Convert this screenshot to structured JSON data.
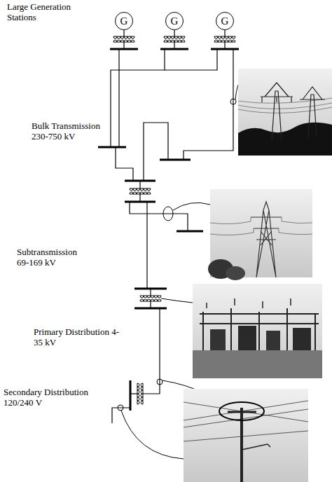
{
  "diagram": {
    "nodes": [
      {
        "text": [
          "G"
        ]
      },
      {
        "text": [
          "G"
        ]
      },
      {
        "text": [
          "G"
        ]
      }
    ],
    "labels": [
      "Large Generation Stations",
      "Bulk Transmission 230-750 kV",
      "Subtransmission 69-169 kV",
      "Primary Distribution 4-35 kV",
      "Secondary Distribution 120/240 V"
    ]
  }
}
